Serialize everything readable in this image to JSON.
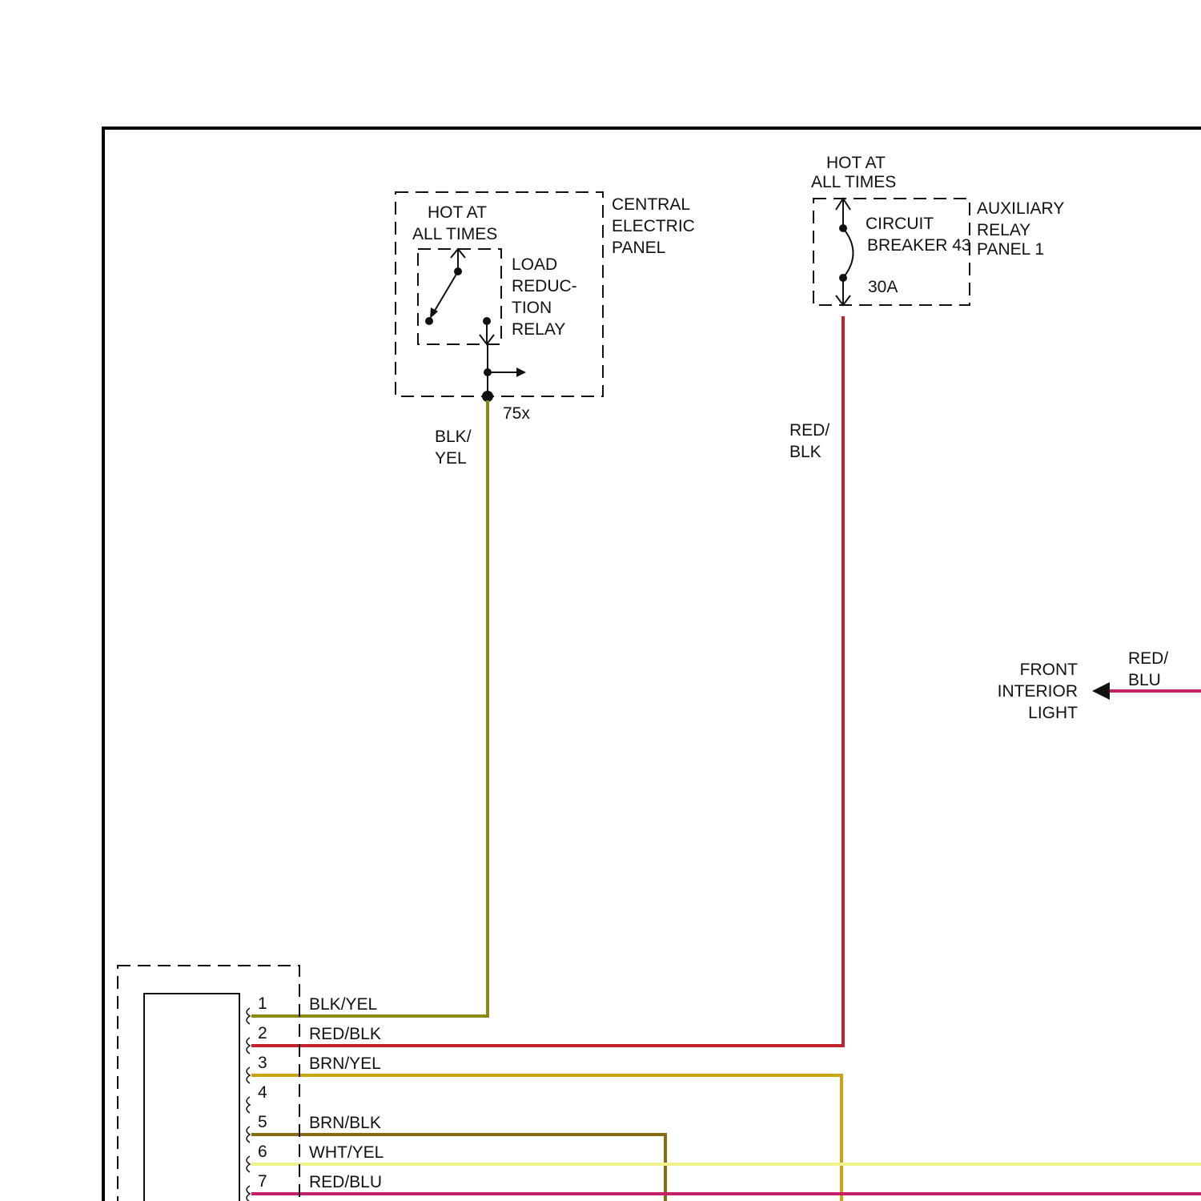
{
  "central_panel": {
    "hot_line1": "HOT AT",
    "hot_line2": "ALL TIMES",
    "relay_label": [
      "LOAD",
      "REDUC-",
      "TION",
      "RELAY"
    ],
    "panel_label": [
      "CENTRAL",
      "ELECTRIC",
      "PANEL"
    ],
    "terminal": "75x"
  },
  "aux_panel": {
    "hot_line1": "HOT AT",
    "hot_line2": "ALL TIMES",
    "breaker_line1": "CIRCUIT",
    "breaker_line2": "BREAKER 43",
    "rating": "30A",
    "panel_label": [
      "AUXILIARY",
      "RELAY",
      "PANEL 1"
    ]
  },
  "wire_labels": {
    "blk_yel": [
      "BLK/",
      "YEL"
    ],
    "red_blk": [
      "RED/",
      "BLK"
    ],
    "red_blu": [
      "RED/",
      "BLU"
    ]
  },
  "front_light": [
    "FRONT",
    "INTERIOR",
    "LIGHT"
  ],
  "connector": {
    "pins": [
      {
        "num": "1",
        "wire": "BLK/YEL"
      },
      {
        "num": "2",
        "wire": "RED/BLK"
      },
      {
        "num": "3",
        "wire": "BRN/YEL"
      },
      {
        "num": "4",
        "wire": ""
      },
      {
        "num": "5",
        "wire": "BRN/BLK"
      },
      {
        "num": "6",
        "wire": "WHT/YEL"
      },
      {
        "num": "7",
        "wire": "RED/BLU"
      }
    ]
  },
  "colors": {
    "blk_yel": "#8a8a10",
    "red_blk": "#c2202a",
    "brn_yel": "#c9a40e",
    "brn_blk": "#8a6a0e",
    "wht_yel": "#f2f28a",
    "red_blu": "#c4206a"
  }
}
